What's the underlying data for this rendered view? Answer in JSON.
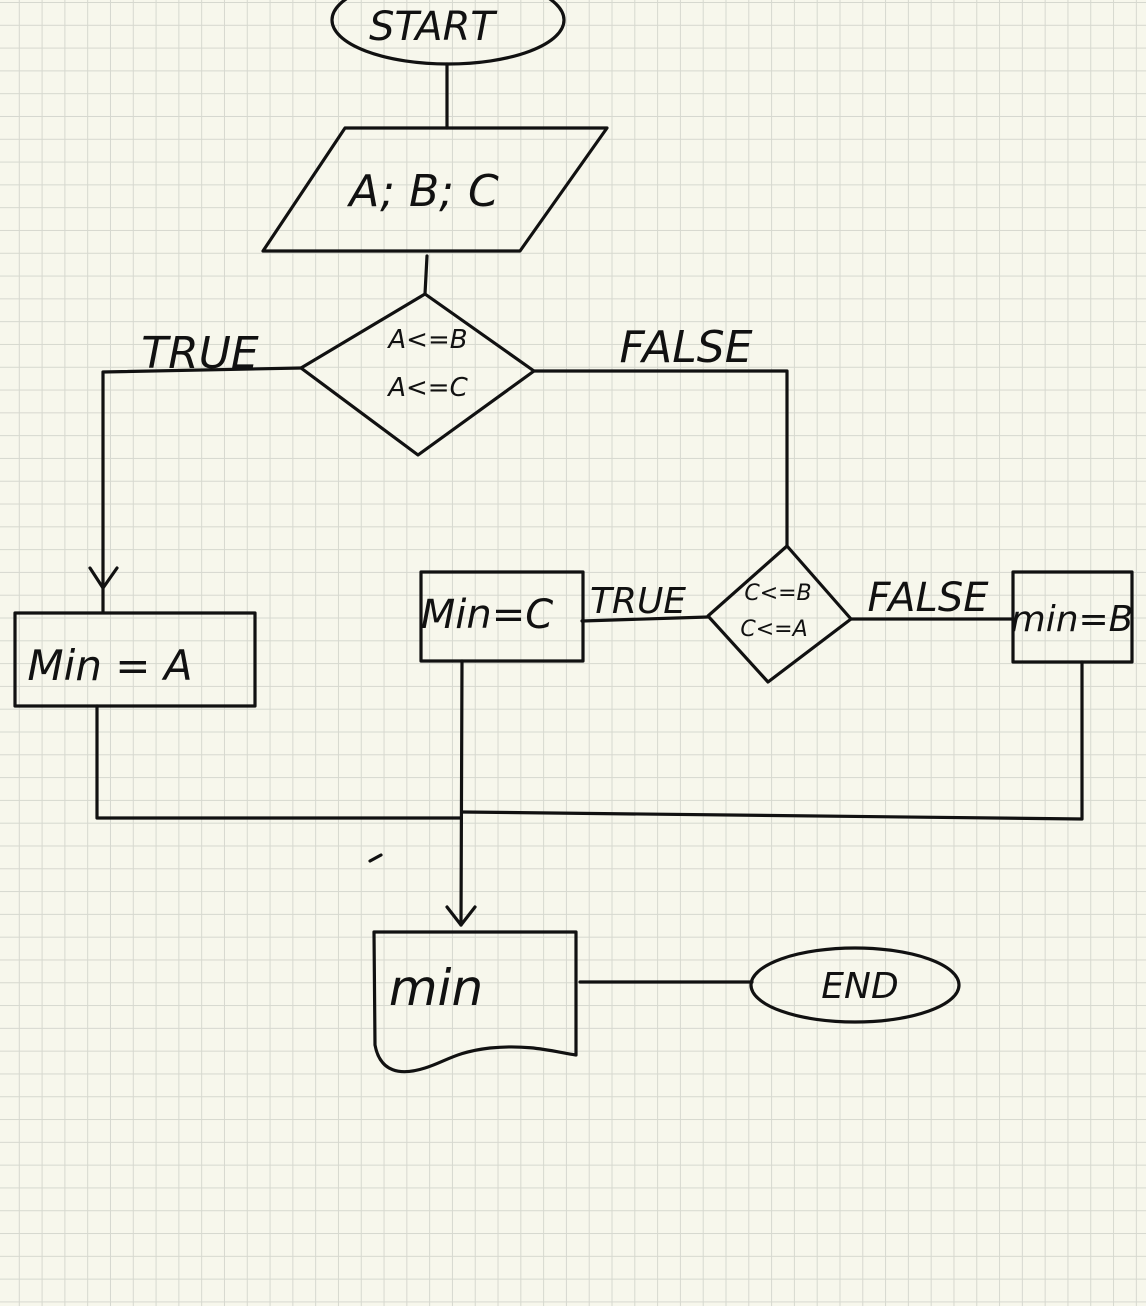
{
  "nodes": {
    "start": "START",
    "input": "A; B; C",
    "decision1": {
      "line1": "A<=B",
      "line2": "A<=C"
    },
    "decision2": {
      "line1": "C<=B",
      "line2": "C<=A"
    },
    "min_a": "Min = A",
    "min_c": "Min=C",
    "min_b": "min=B",
    "output": "min",
    "end": "END"
  },
  "labels": {
    "d1_true": "TRUE",
    "d1_false": "FALSE",
    "d2_true": "TRUE",
    "d2_false": "FALSE"
  },
  "colors": {
    "ink": "#111111",
    "paper": "#f7f7ec",
    "grid": "#d6d8cf"
  }
}
